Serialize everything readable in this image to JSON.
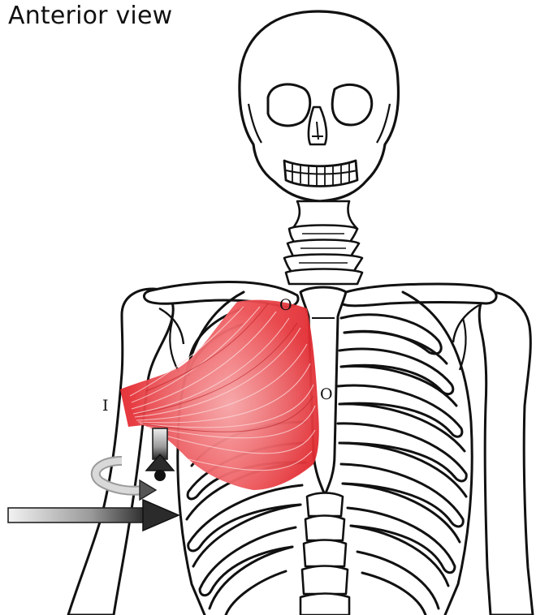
{
  "title": "Anterior view",
  "labels": {
    "insertion": "I",
    "origin_clavicle": "O",
    "origin_sternum": "O"
  },
  "colors": {
    "muscle": "#e8383d",
    "muscle_light": "#f4a0a2",
    "outline": "#111111",
    "arrow_dark": "#2e2e2e",
    "arrow_light": "#d6d6d6"
  }
}
